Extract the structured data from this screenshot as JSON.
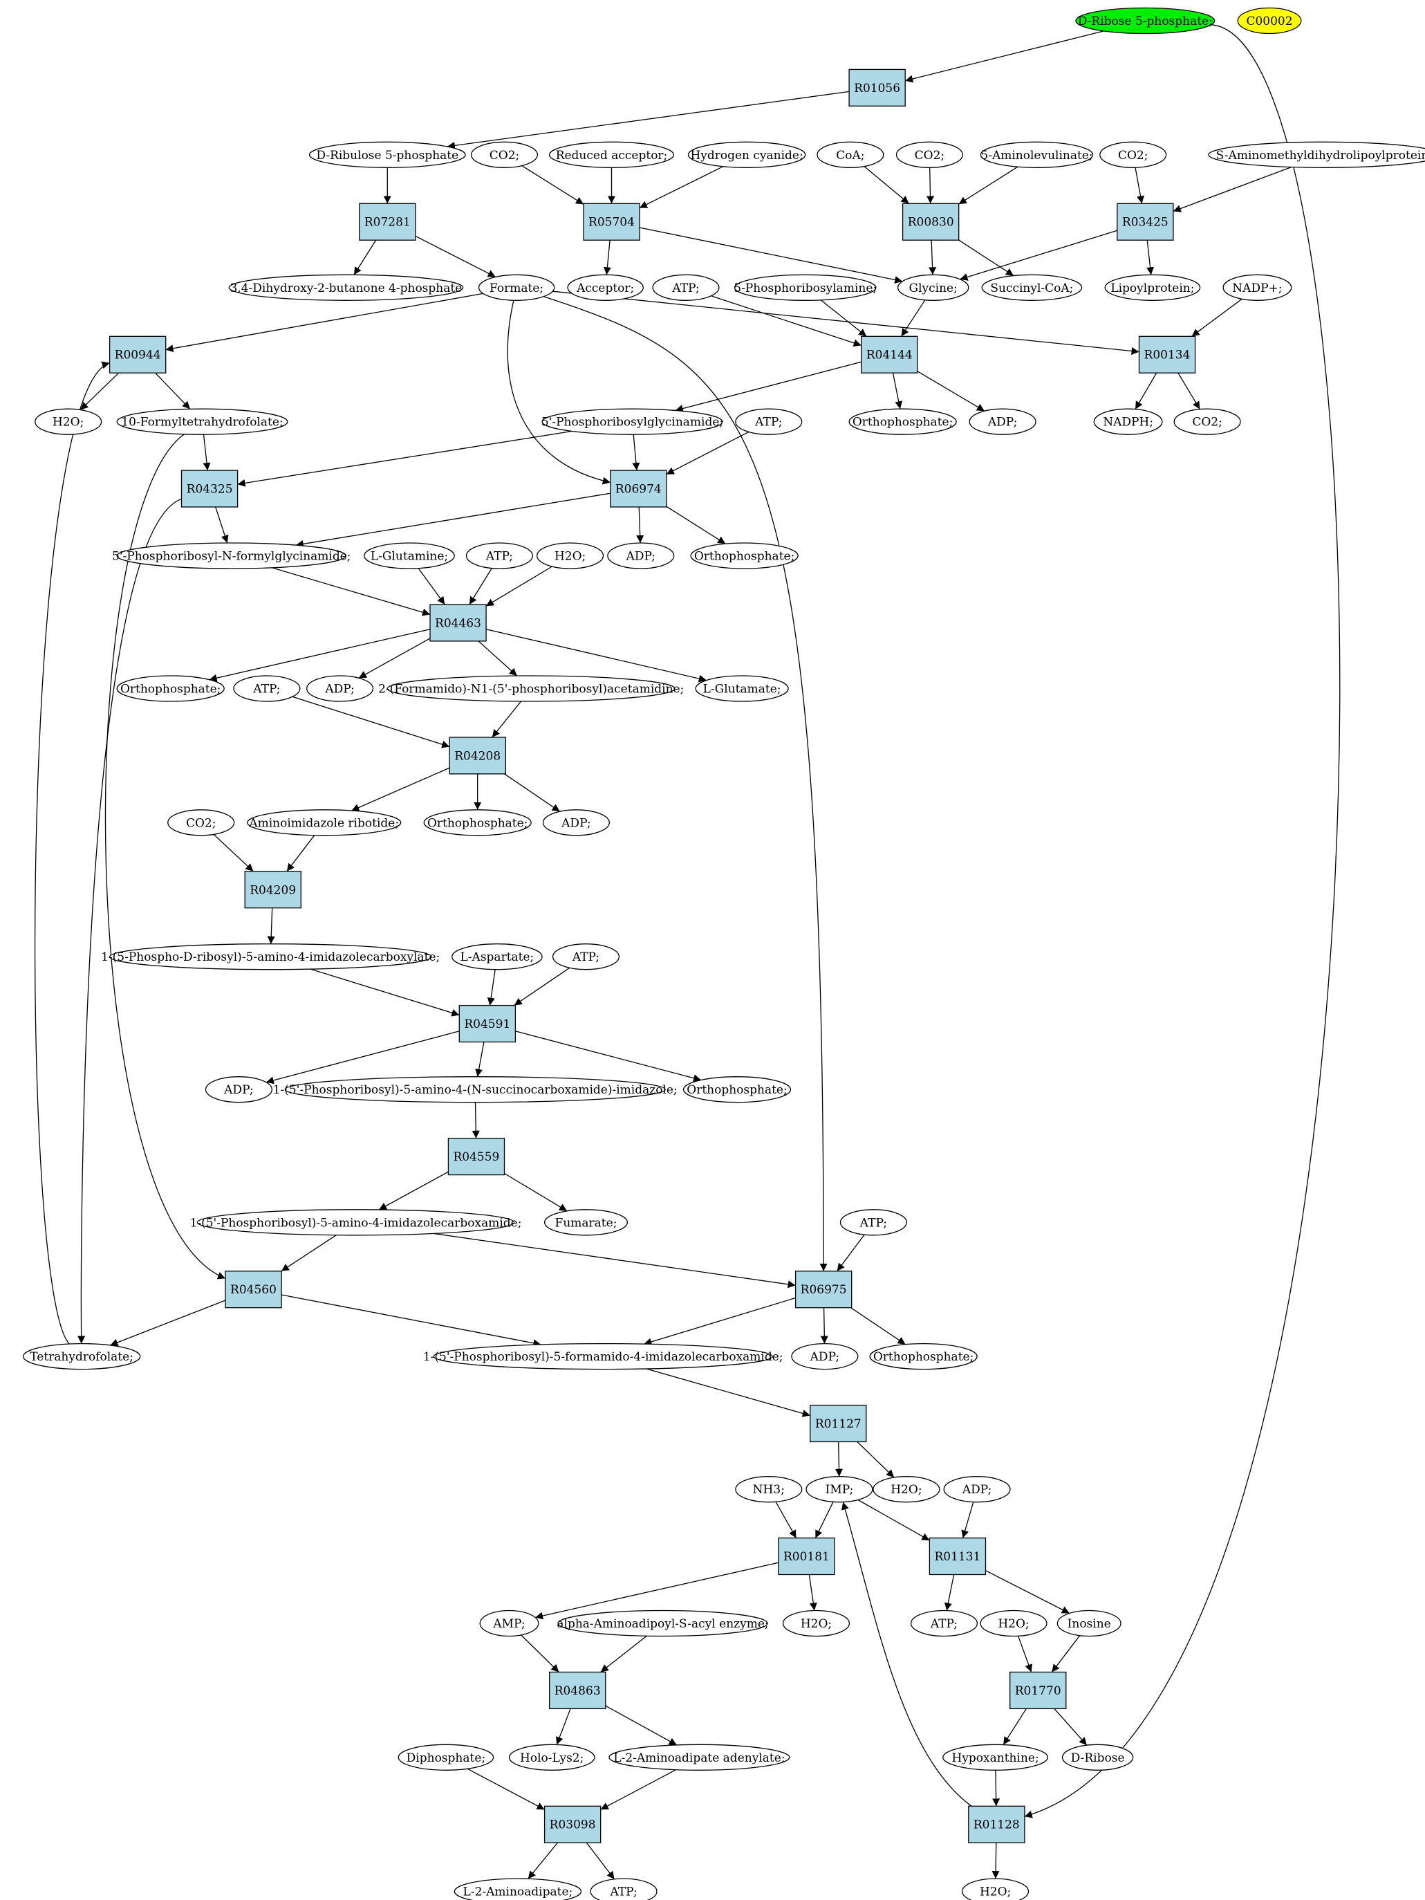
{
  "colors": {
    "reaction_fill": "#add8e6",
    "compound_fill": "#ffffff",
    "start_compound_fill": "#00ee00",
    "marker_compound_fill": "#ffff00",
    "stroke": "#000000"
  },
  "reactions": [
    {
      "id": "R01056",
      "label": "R01056"
    },
    {
      "id": "R07281",
      "label": "R07281"
    },
    {
      "id": "R05704",
      "label": "R05704"
    },
    {
      "id": "R00830",
      "label": "R00830"
    },
    {
      "id": "R03425",
      "label": "R03425"
    },
    {
      "id": "R00944",
      "label": "R00944"
    },
    {
      "id": "R04144",
      "label": "R04144"
    },
    {
      "id": "R00134",
      "label": "R00134"
    },
    {
      "id": "R04325",
      "label": "R04325"
    },
    {
      "id": "R06974",
      "label": "R06974"
    },
    {
      "id": "R04463",
      "label": "R04463"
    },
    {
      "id": "R04208",
      "label": "R04208"
    },
    {
      "id": "R04209",
      "label": "R04209"
    },
    {
      "id": "R04591",
      "label": "R04591"
    },
    {
      "id": "R04559",
      "label": "R04559"
    },
    {
      "id": "R04560",
      "label": "R04560"
    },
    {
      "id": "R06975",
      "label": "R06975"
    },
    {
      "id": "R01127",
      "label": "R01127"
    },
    {
      "id": "R00181",
      "label": "R00181"
    },
    {
      "id": "R01131",
      "label": "R01131"
    },
    {
      "id": "R04863",
      "label": "R04863"
    },
    {
      "id": "R01770",
      "label": "R01770"
    },
    {
      "id": "R03098",
      "label": "R03098"
    },
    {
      "id": "R01128",
      "label": "R01128"
    }
  ],
  "compounds": [
    {
      "id": "c_ribose5p",
      "label": "D-Ribose 5-phosphate;",
      "style": "start"
    },
    {
      "id": "c_c00002",
      "label": "C00002",
      "style": "marker"
    },
    {
      "id": "c_ribulose5p",
      "label": "D-Ribulose 5-phosphate"
    },
    {
      "id": "c_co2_a",
      "label": "CO2;"
    },
    {
      "id": "c_redacc",
      "label": "Reduced acceptor;"
    },
    {
      "id": "c_hcn",
      "label": "Hydrogen cyanide;"
    },
    {
      "id": "c_coa",
      "label": "CoA;"
    },
    {
      "id": "c_co2_b",
      "label": "CO2;"
    },
    {
      "id": "c_ala",
      "label": "5-Aminolevulinate;"
    },
    {
      "id": "c_co2_c",
      "label": "CO2;"
    },
    {
      "id": "c_samdlp",
      "label": "S-Aminomethyldihydrolipoylprotein;"
    },
    {
      "id": "c_dhbp",
      "label": "3,4-Dihydroxy-2-butanone 4-phosphate"
    },
    {
      "id": "c_formate",
      "label": "Formate;"
    },
    {
      "id": "c_acceptor",
      "label": "Acceptor;"
    },
    {
      "id": "c_atp_a",
      "label": "ATP;"
    },
    {
      "id": "c_pra",
      "label": "5-Phosphoribosylamine;"
    },
    {
      "id": "c_glycine",
      "label": "Glycine;"
    },
    {
      "id": "c_succoa",
      "label": "Succinyl-CoA;"
    },
    {
      "id": "c_lipoyl",
      "label": "Lipoylprotein;"
    },
    {
      "id": "c_nadp",
      "label": "NADP+;"
    },
    {
      "id": "c_h2o_a",
      "label": "H2O;"
    },
    {
      "id": "c_10fthf",
      "label": "10-Formyltetrahydrofolate;"
    },
    {
      "id": "c_pi_a",
      "label": "Orthophosphate;"
    },
    {
      "id": "c_adp_a",
      "label": "ADP;"
    },
    {
      "id": "c_nadph",
      "label": "NADPH;"
    },
    {
      "id": "c_co2_d",
      "label": "CO2;"
    },
    {
      "id": "c_gar",
      "label": "5'-Phosphoribosylglycinamide;"
    },
    {
      "id": "c_atp_b",
      "label": "ATP;"
    },
    {
      "id": "c_fgar",
      "label": "5'-Phosphoribosyl-N-formylglycinamide;"
    },
    {
      "id": "c_gln",
      "label": "L-Glutamine;"
    },
    {
      "id": "c_atp_c",
      "label": "ATP;"
    },
    {
      "id": "c_h2o_b",
      "label": "H2O;"
    },
    {
      "id": "c_adp_b",
      "label": "ADP;"
    },
    {
      "id": "c_pi_b",
      "label": "Orthophosphate;"
    },
    {
      "id": "c_pi_c",
      "label": "Orthophosphate;"
    },
    {
      "id": "c_adp_c",
      "label": "ADP;"
    },
    {
      "id": "c_fgam",
      "label": "2-(Formamido)-N1-(5'-phosphoribosyl)acetamidine;"
    },
    {
      "id": "c_glu",
      "label": "L-Glutamate;"
    },
    {
      "id": "c_atp_d",
      "label": "ATP;"
    },
    {
      "id": "c_air",
      "label": "Aminoimidazole ribotide;"
    },
    {
      "id": "c_pi_d",
      "label": "Orthophosphate;"
    },
    {
      "id": "c_adp_d",
      "label": "ADP;"
    },
    {
      "id": "c_co2_e",
      "label": "CO2;"
    },
    {
      "id": "c_cair",
      "label": "1-(5-Phospho-D-ribosyl)-5-amino-4-imidazolecarboxylate;"
    },
    {
      "id": "c_asp",
      "label": "L-Aspartate;"
    },
    {
      "id": "c_atp_e",
      "label": "ATP;"
    },
    {
      "id": "c_adp_e",
      "label": "ADP;"
    },
    {
      "id": "c_saicar",
      "label": "1-(5'-Phosphoribosyl)-5-amino-4-(N-succinocarboxamide)-imidazole;"
    },
    {
      "id": "c_pi_e",
      "label": "Orthophosphate;"
    },
    {
      "id": "c_aicar",
      "label": "1-(5'-Phosphoribosyl)-5-amino-4-imidazolecarboxamide;"
    },
    {
      "id": "c_fumarate",
      "label": "Fumarate;"
    },
    {
      "id": "c_atp_f",
      "label": "ATP;"
    },
    {
      "id": "c_thf",
      "label": "Tetrahydrofolate;"
    },
    {
      "id": "c_faicar",
      "label": "1-(5'-Phosphoribosyl)-5-formamido-4-imidazolecarboxamide;"
    },
    {
      "id": "c_adp_f",
      "label": "ADP;"
    },
    {
      "id": "c_pi_f",
      "label": "Orthophosphate;"
    },
    {
      "id": "c_nh3",
      "label": "NH3;"
    },
    {
      "id": "c_imp",
      "label": "IMP;"
    },
    {
      "id": "c_h2o_c",
      "label": "H2O;"
    },
    {
      "id": "c_adp_g",
      "label": "ADP;"
    },
    {
      "id": "c_amp",
      "label": "AMP;"
    },
    {
      "id": "c_aaacyl",
      "label": "alpha-Aminoadipoyl-S-acyl enzyme;"
    },
    {
      "id": "c_h2o_d",
      "label": "H2O;"
    },
    {
      "id": "c_atp_g",
      "label": "ATP;"
    },
    {
      "id": "c_h2o_e",
      "label": "H2O;"
    },
    {
      "id": "c_inosine",
      "label": "Inosine"
    },
    {
      "id": "c_diphosphate",
      "label": "Diphosphate;"
    },
    {
      "id": "c_hololys2",
      "label": "Holo-Lys2;"
    },
    {
      "id": "c_l2aa_adenylate",
      "label": "L-2-Aminoadipate adenylate;"
    },
    {
      "id": "c_hypoxanthine",
      "label": "Hypoxanthine;"
    },
    {
      "id": "c_dribose",
      "label": "D-Ribose"
    },
    {
      "id": "c_l2aa",
      "label": "L-2-Aminoadipate;"
    },
    {
      "id": "c_atp_h",
      "label": "ATP;"
    },
    {
      "id": "c_h2o_f",
      "label": "H2O;"
    }
  ]
}
